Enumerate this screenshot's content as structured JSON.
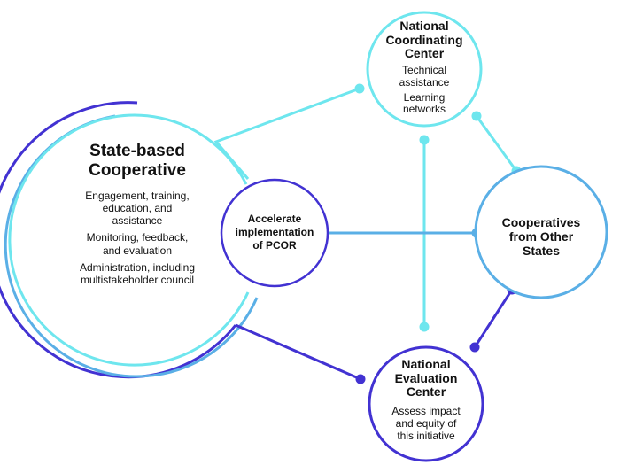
{
  "colors": {
    "cyan": "#6EE6EE",
    "light_blue": "#5AAFE6",
    "purple": "#4232D2",
    "text": "#111111"
  },
  "state_cooperative": {
    "title_line1": "State-based",
    "title_line2": "Cooperative",
    "items": [
      "Engagement, training,",
      "education, and",
      "assistance",
      "Monitoring, feedback,",
      "and evaluation",
      "Administration, including",
      "multistakeholder council"
    ]
  },
  "center": {
    "line1": "Accelerate",
    "line2": "implementation",
    "line3": "of PCOR"
  },
  "coordinating": {
    "title_line1": "National",
    "title_line2": "Coordinating",
    "title_line3": "Center",
    "items": [
      "Technical",
      "assistance",
      "Learning",
      "networks"
    ]
  },
  "other_states": {
    "line1": "Cooperatives",
    "line2": "from Other",
    "line3": "States"
  },
  "evaluation": {
    "title_line1": "National",
    "title_line2": "Evaluation",
    "title_line3": "Center",
    "items": [
      "Assess impact",
      "and equity of",
      "this initiative"
    ]
  }
}
